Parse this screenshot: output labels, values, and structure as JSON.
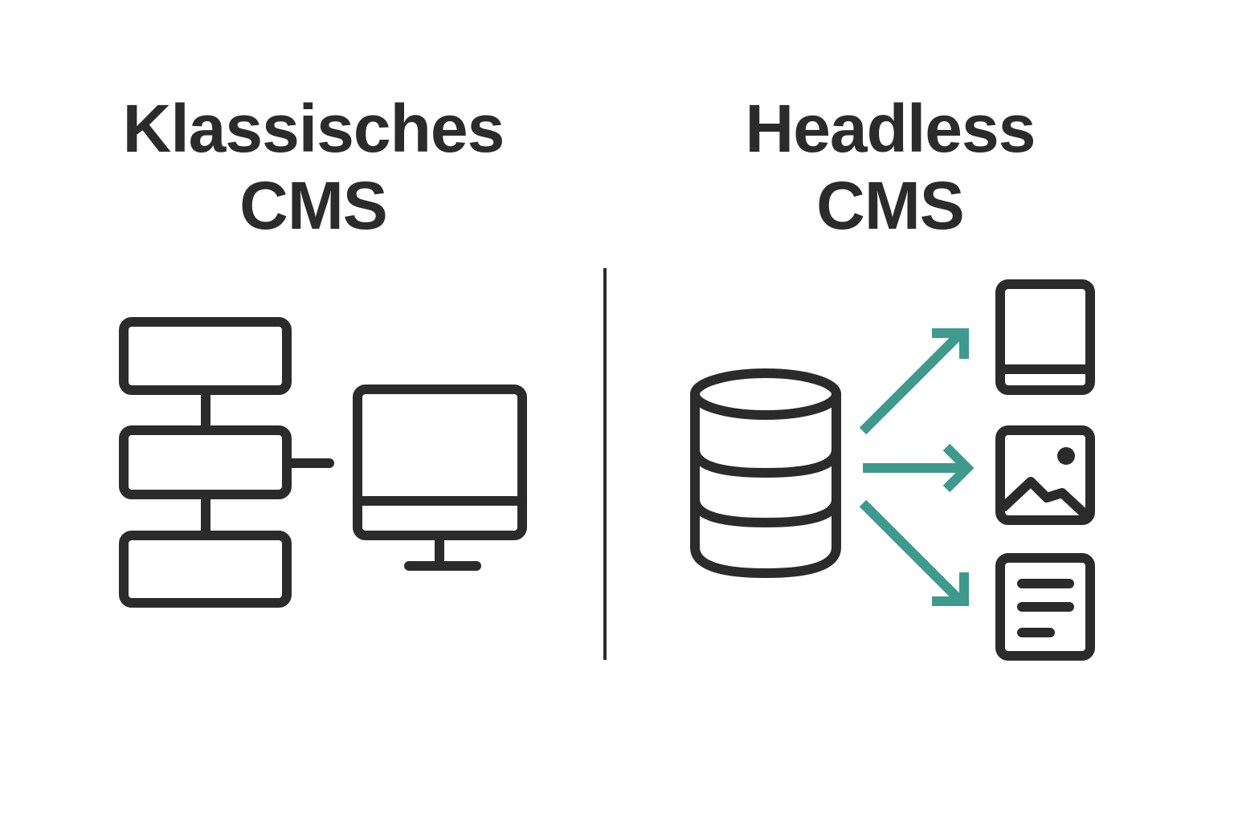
{
  "left_panel": {
    "title_line1": "Klassisches",
    "title_line2": "CMS",
    "icons": [
      "stacked-blocks-icon",
      "monitor-icon"
    ]
  },
  "right_panel": {
    "title_line1": "Headless",
    "title_line2": "CMS",
    "icons": [
      "database-icon",
      "arrow-up-right-icon",
      "arrow-right-icon",
      "arrow-down-right-icon",
      "tablet-icon",
      "image-icon",
      "document-icon"
    ]
  },
  "colors": {
    "ink": "#2b2b2b",
    "accent": "#3d9a8c",
    "background": "#ffffff"
  }
}
